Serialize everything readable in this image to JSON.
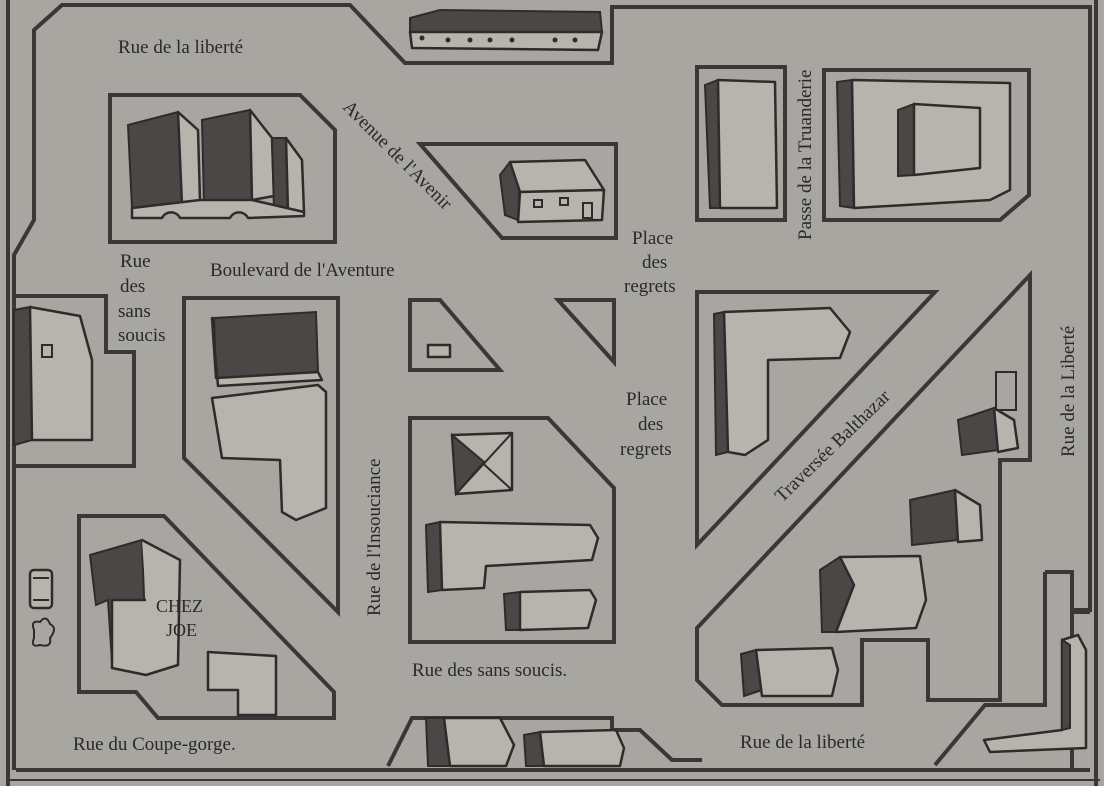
{
  "map": {
    "style": "hand-drawn town street plan",
    "colors": {
      "paper": "#a9a7a1",
      "ink": "#2e2c2b",
      "shadow": "#4a4846"
    },
    "streets": [
      {
        "id": "rue-liberte-top",
        "name": "Rue de la liberté"
      },
      {
        "id": "avenue-avenir",
        "name": "Avenue de l'Avenir"
      },
      {
        "id": "passe-truanderie",
        "name": "Passe de la Truanderie"
      },
      {
        "id": "rue-sans-soucis-left-1",
        "name": "Rue"
      },
      {
        "id": "rue-sans-soucis-left-2",
        "name": "des"
      },
      {
        "id": "rue-sans-soucis-left-3",
        "name": "sans"
      },
      {
        "id": "rue-sans-soucis-left-4",
        "name": "soucis"
      },
      {
        "id": "boulevard-aventure",
        "name": "Boulevard de l'Aventure"
      },
      {
        "id": "place-regrets-top-1",
        "name": "Place"
      },
      {
        "id": "place-regrets-top-2",
        "name": "des"
      },
      {
        "id": "place-regrets-top-3",
        "name": "regrets"
      },
      {
        "id": "place-regrets-mid-1",
        "name": "Place"
      },
      {
        "id": "place-regrets-mid-2",
        "name": "des"
      },
      {
        "id": "place-regrets-mid-3",
        "name": "regrets"
      },
      {
        "id": "rue-insouciance",
        "name": "Rue de l'Insouciance"
      },
      {
        "id": "traversee-balthazar",
        "name": "Traversée Balthazar"
      },
      {
        "id": "rue-liberte-right",
        "name": "Rue de la Liberté"
      },
      {
        "id": "rue-sans-soucis-bottom",
        "name": "Rue des sans soucis."
      },
      {
        "id": "rue-coupe-gorge",
        "name": "Rue du Coupe-gorge."
      },
      {
        "id": "rue-liberte-bottom",
        "name": "Rue de la liberté"
      }
    ],
    "landmarks": [
      {
        "id": "chez-joe-1",
        "name": "CHEZ"
      },
      {
        "id": "chez-joe-2",
        "name": "JOE"
      }
    ]
  }
}
